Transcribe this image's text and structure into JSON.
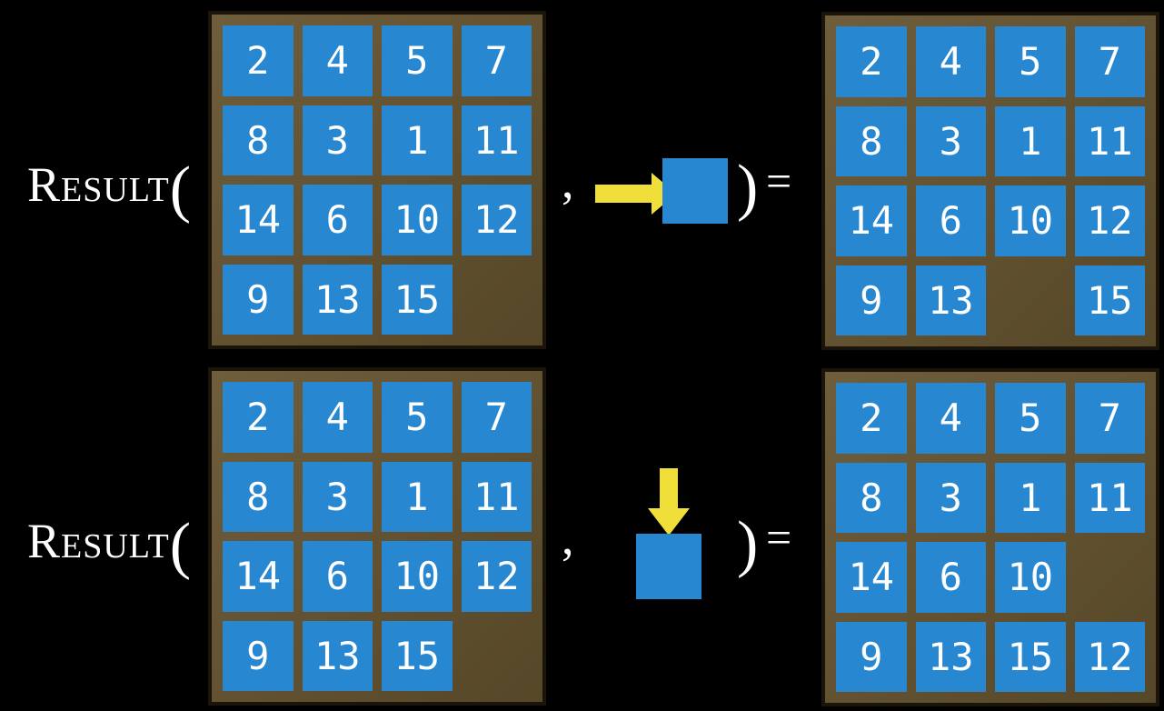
{
  "colors": {
    "background": "#000000",
    "tile_blue": "#2787d1",
    "board_brown_light": "#6f5e3c",
    "board_brown_dark": "#564728",
    "board_border": "#1a140a",
    "arrow_yellow": "#f0df3a",
    "text_white": "#ffffff"
  },
  "examples": [
    {
      "function_label": "Result",
      "open_paren": "(",
      "comma": ",",
      "close_paren": ")",
      "equals": "=",
      "action_direction": "right",
      "action_icon": "arrow-right-icon",
      "input_grid": [
        [
          "2",
          "4",
          "5",
          "7"
        ],
        [
          "8",
          "3",
          "1",
          "11"
        ],
        [
          "14",
          "6",
          "10",
          "12"
        ],
        [
          "9",
          "13",
          "15",
          ""
        ]
      ],
      "output_grid": [
        [
          "2",
          "4",
          "5",
          "7"
        ],
        [
          "8",
          "3",
          "1",
          "11"
        ],
        [
          "14",
          "6",
          "10",
          "12"
        ],
        [
          "9",
          "13",
          "",
          "15"
        ]
      ]
    },
    {
      "function_label": "Result",
      "open_paren": "(",
      "comma": ",",
      "close_paren": ")",
      "equals": "=",
      "action_direction": "down",
      "action_icon": "arrow-down-icon",
      "input_grid": [
        [
          "2",
          "4",
          "5",
          "7"
        ],
        [
          "8",
          "3",
          "1",
          "11"
        ],
        [
          "14",
          "6",
          "10",
          "12"
        ],
        [
          "9",
          "13",
          "15",
          ""
        ]
      ],
      "output_grid": [
        [
          "2",
          "4",
          "5",
          "7"
        ],
        [
          "8",
          "3",
          "1",
          "11"
        ],
        [
          "14",
          "6",
          "10",
          ""
        ],
        [
          "9",
          "13",
          "15",
          "12"
        ]
      ]
    }
  ]
}
